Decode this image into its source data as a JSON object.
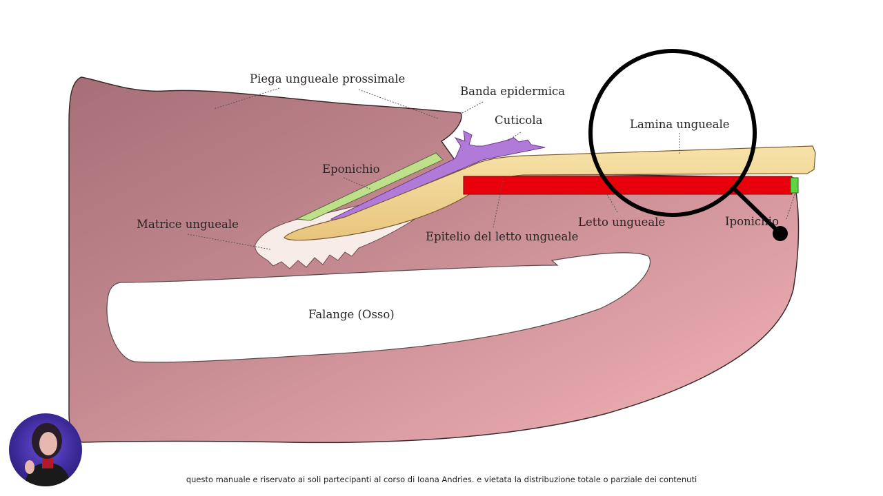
{
  "diagram": {
    "labels": {
      "proximal_fold": "Piega ungueale prossimale",
      "epidermal_band": "Banda epidermica",
      "cuticle": "Cuticola",
      "nail_plate": "Lamina ungueale",
      "eponychium": "Eponichio",
      "nail_matrix": "Matrice ungueale",
      "nail_bed_epithelium": "Epitelio del letto ungueale",
      "nail_bed": "Letto ungueale",
      "hyponychium": "Iponichio",
      "phalanx": "Falange (Osso)"
    },
    "colors": {
      "skin_dark": "#b07a82",
      "skin_light": "#f2b0b4",
      "nail_plate": "#f3d998",
      "nail_bed": "#e8000a",
      "cuticle": "#b27ad8",
      "eponychium": "#bfe08a",
      "hyponychium": "#5fd640",
      "bone": "#ffffff",
      "magnifier": "#000000"
    }
  },
  "magnifier_icon": "magnifying-glass-icon",
  "footer": {
    "notice": "questo manuale e riservato ai soli partecipanti al corso di Ioana Andries. e vietata la distribuzione totale o parziale dei contenuti"
  },
  "webcam": {
    "description_icon": "presenter-webcam-avatar"
  }
}
